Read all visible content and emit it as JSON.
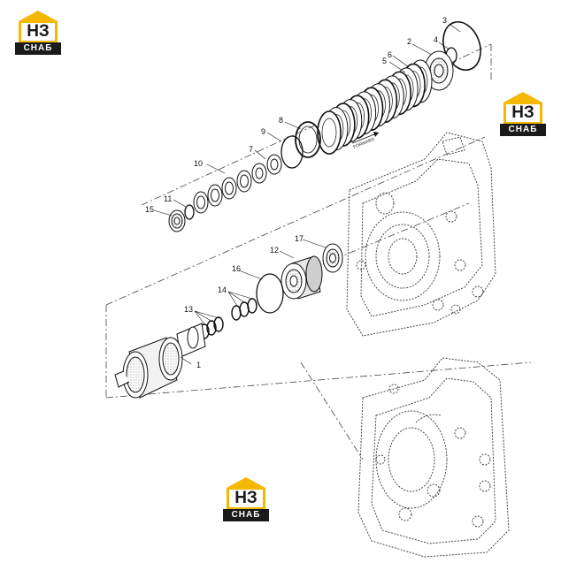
{
  "logo": {
    "mark": "НЗ",
    "word": "СНАБ",
    "colors": {
      "yellow": "#f5b800",
      "dark": "#1a1a1a"
    }
  },
  "diagram": {
    "arrow_label": "FORWARD",
    "callouts": [
      "1",
      "2",
      "3",
      "4",
      "5",
      "6",
      "7",
      "8",
      "9",
      "10",
      "11",
      "12",
      "13",
      "14",
      "15",
      "16",
      "17"
    ]
  }
}
